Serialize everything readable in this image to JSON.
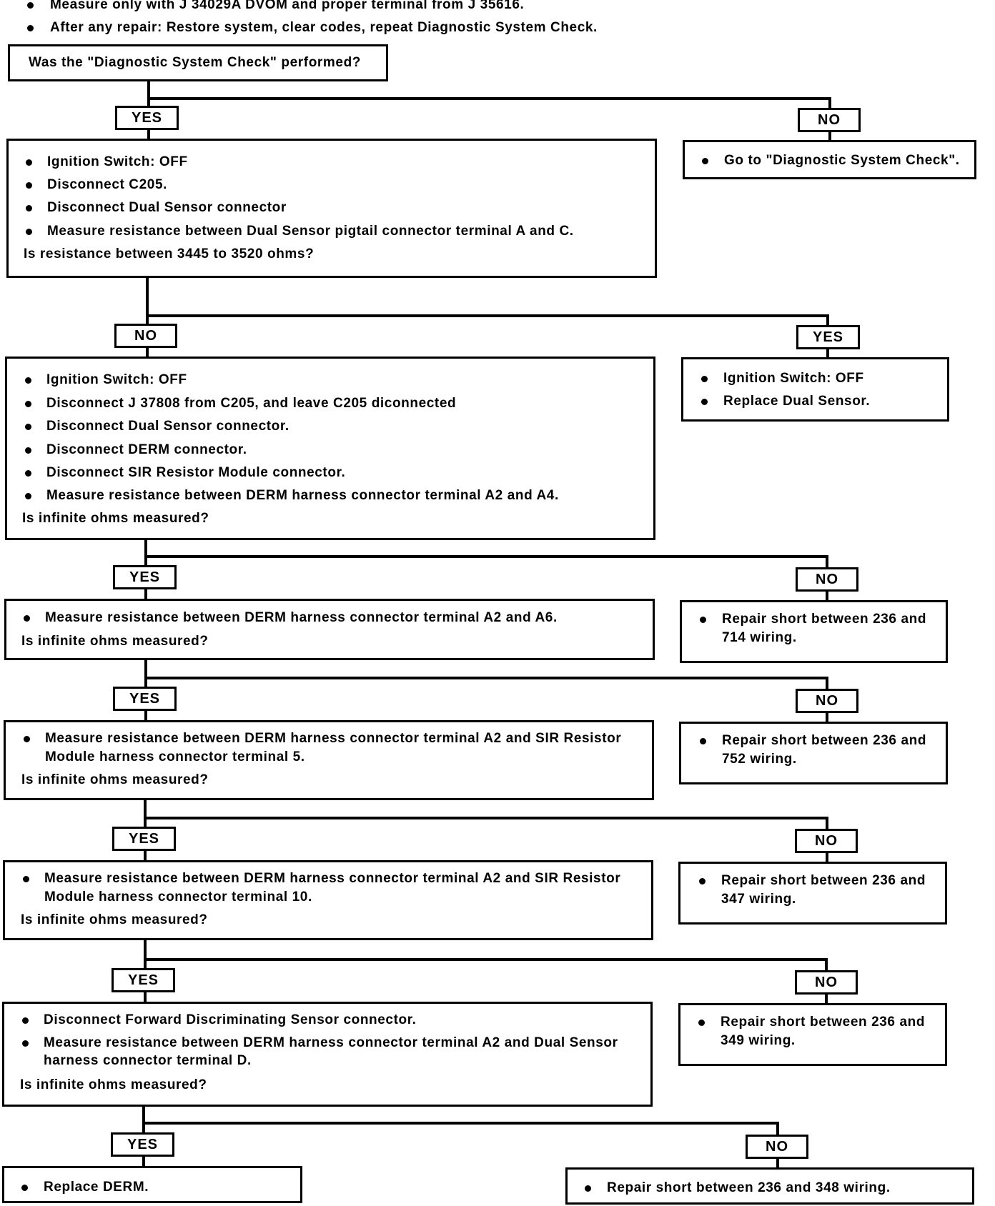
{
  "notes": [
    "Measure only with J 34029A DVOM and proper terminal from J 35616.",
    "After any repair: Restore system, clear codes, repeat Diagnostic System Check."
  ],
  "start": {
    "question": "Was the \"Diagnostic System Check\" performed?"
  },
  "labels": {
    "yes": "YES",
    "no": "NO"
  },
  "steps": [
    {
      "bullets": [
        "Ignition Switch: OFF",
        "Disconnect C205.",
        "Disconnect Dual Sensor connector",
        "Measure resistance between Dual Sensor pigtail connector terminal A and C."
      ],
      "question": "Is resistance between 3445 to 3520 ohms?",
      "side": [
        "Go to \"Diagnostic System Check\"."
      ]
    },
    {
      "bullets": [
        "Ignition Switch: OFF",
        "Disconnect J 37808 from C205, and leave C205 diconnected",
        "Disconnect Dual Sensor connector.",
        "Disconnect DERM connector.",
        "Disconnect SIR Resistor Module connector.",
        "Measure resistance between DERM harness connector terminal A2 and A4."
      ],
      "question": "Is infinite ohms measured?",
      "side": [
        "Ignition Switch: OFF",
        "Replace Dual Sensor."
      ]
    },
    {
      "bullets": [
        "Measure resistance between DERM harness connector terminal A2 and A6."
      ],
      "question": "Is infinite ohms measured?",
      "side": [
        "Repair short between 236 and",
        "714 wiring."
      ]
    },
    {
      "bullets": [
        "Measure resistance between DERM harness connector terminal A2 and SIR Resistor",
        "Module harness connector terminal 5."
      ],
      "question": "Is infinite ohms measured?",
      "side": [
        "Repair short between 236 and",
        "752 wiring."
      ]
    },
    {
      "bullets": [
        "Measure resistance between DERM harness connector terminal A2 and SIR Resistor",
        "Module harness connector terminal 10."
      ],
      "question": "Is infinite ohms measured?",
      "side": [
        "Repair short between 236 and",
        "347 wiring."
      ]
    },
    {
      "bullets": [
        "Disconnect Forward Discriminating Sensor connector.",
        "Measure resistance between DERM harness connector terminal A2 and Dual Sensor",
        "harness connector terminal D."
      ],
      "question": "Is infinite ohms measured?",
      "side": [
        "Repair short between 236 and",
        "349 wiring."
      ]
    }
  ],
  "final": {
    "yes": "Replace DERM.",
    "no": "Repair short between 236 and 348 wiring."
  }
}
